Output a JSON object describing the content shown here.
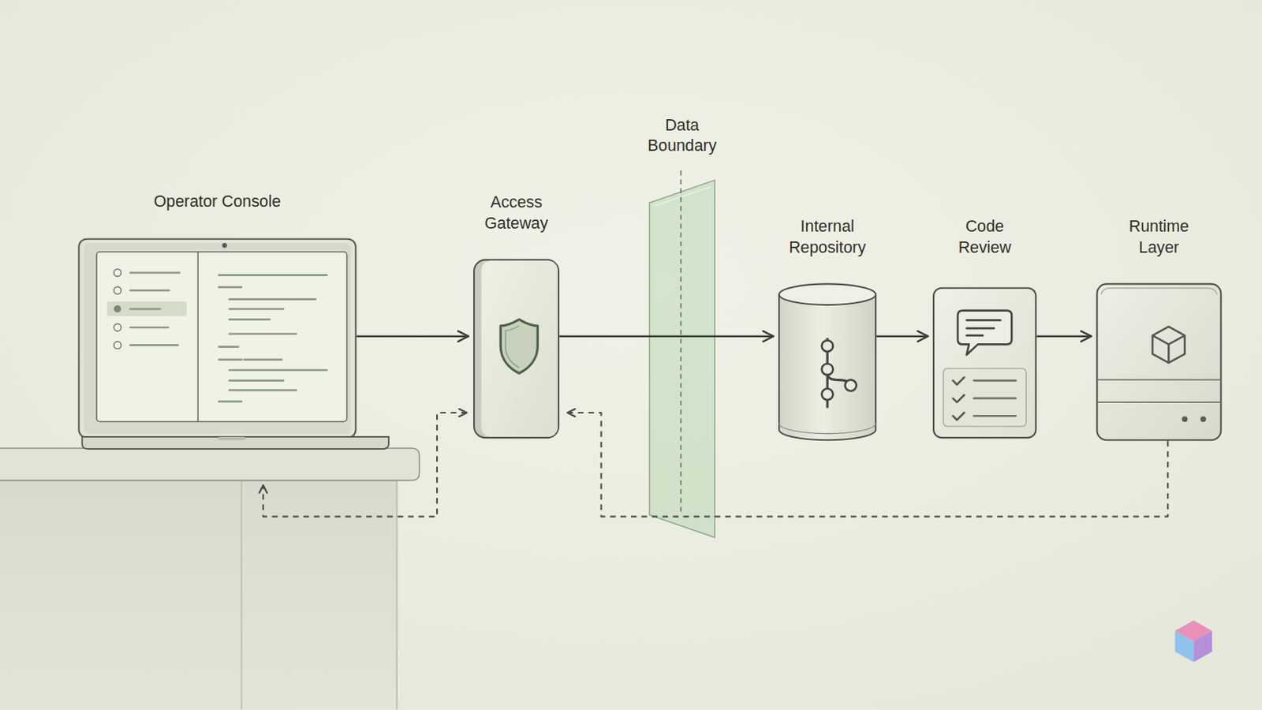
{
  "diagram": {
    "nodes": [
      {
        "text": [
          "Operator Console"
        ]
      },
      {
        "text": [
          "Access Gateway"
        ]
      },
      {
        "text": [
          "Data Boundary"
        ]
      },
      {
        "text": [
          "Internal Repository"
        ]
      },
      {
        "text": [
          "Code Review"
        ]
      },
      {
        "text": [
          "Runtime Layer"
        ]
      }
    ],
    "edges": [
      {
        "from": 0,
        "to": 1,
        "arrow": "to"
      },
      {
        "from": 1,
        "to": 3,
        "arrow": "to"
      },
      {
        "from": 3,
        "to": 4,
        "arrow": "to"
      },
      {
        "from": 4,
        "to": 5,
        "arrow": "to"
      },
      {
        "from": 5,
        "to": 1,
        "arrow": "to"
      },
      {
        "from": 1,
        "to": 0,
        "arrow": "both"
      }
    ]
  }
}
